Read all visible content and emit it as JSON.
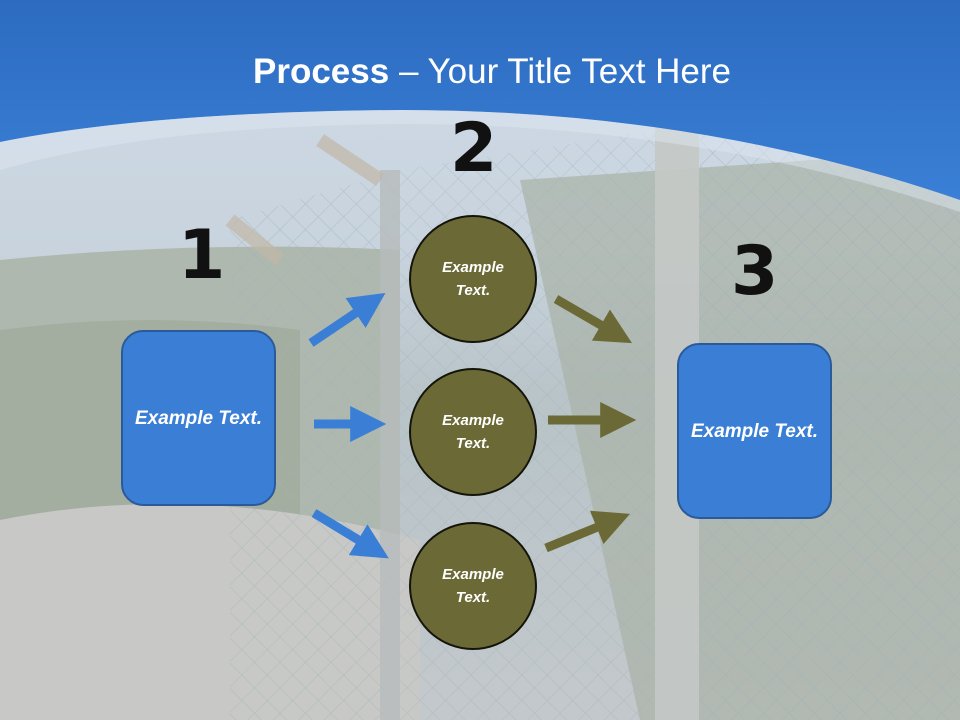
{
  "title": {
    "bold": "Process",
    "rest": " – Your Title Text Here"
  },
  "steps": {
    "n1": "1",
    "n2": "2",
    "n3": "3"
  },
  "left_box": {
    "text": "Example Text."
  },
  "right_box": {
    "text": "Example Text."
  },
  "circles": [
    {
      "text": "Example Text."
    },
    {
      "text": "Example Text."
    },
    {
      "text": "Example Text."
    }
  ],
  "colors": {
    "header_blue": "#3a7fd5",
    "box_blue": "#3a7fd5",
    "circle_olive": "#6b6a36",
    "arrow_blue": "#3a7fd5",
    "arrow_olive": "#6b6a36"
  }
}
